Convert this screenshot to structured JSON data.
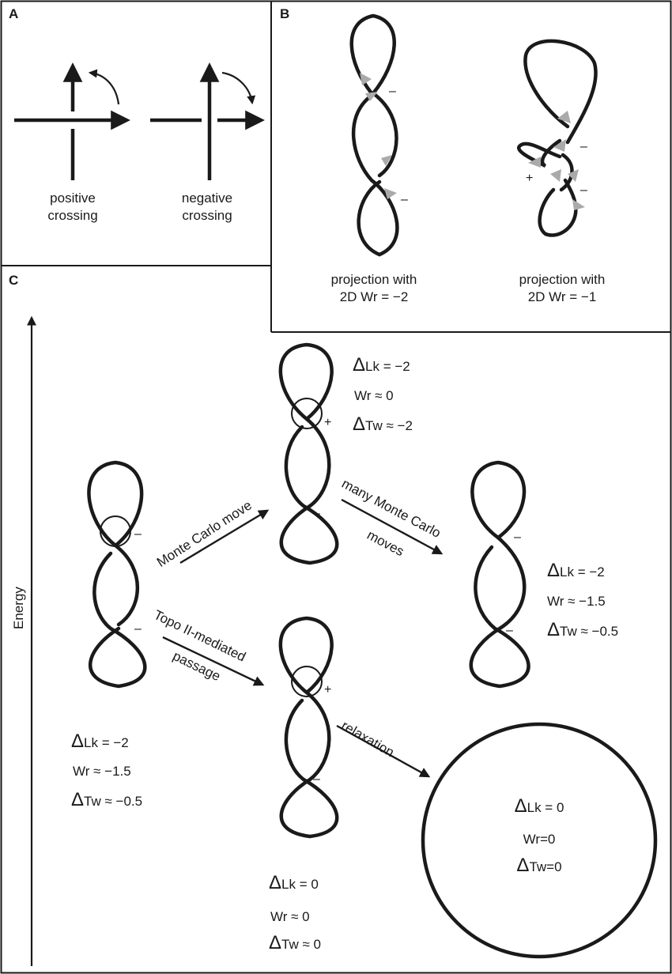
{
  "panels": {
    "a": {
      "label": "A",
      "positive": [
        "positive",
        "crossing"
      ],
      "negative": [
        "negative",
        "crossing"
      ]
    },
    "b": {
      "label": "B",
      "left_caption": [
        "projection with",
        "2D Wr = −2"
      ],
      "right_caption": [
        "projection with",
        "2D Wr = −1"
      ]
    },
    "c": {
      "label": "C",
      "axis_label": "Energy",
      "arrows": {
        "monte_carlo": "Monte Carlo move",
        "many_1": "many Monte Carlo",
        "many_2": "moves",
        "topo_1": "Topo II-mediated",
        "topo_2": "passage",
        "relaxation": "relaxation"
      },
      "states": {
        "initial": {
          "lk_sym": "Δ",
          "lk": "Lk  =  −2",
          "wr": "Wr   ≈ −1.5",
          "tw_sym": "Δ",
          "tw": "Tw ≈ −0.5"
        },
        "monte_carlo": {
          "lk_sym": "Δ",
          "lk": "Lk  = −2",
          "wr": "Wr    ≈  0",
          "tw_sym": "Δ",
          "tw": "Tw ≈ −2"
        },
        "many_moves": {
          "lk_sym": "Δ",
          "lk": "Lk  =  −2",
          "wr": "Wr     ≈  −1.5",
          "tw_sym": "Δ",
          "tw": "Tw ≈  −0.5"
        },
        "topo": {
          "lk_sym": "Δ",
          "lk": "Lk  =  0",
          "wr": "Wr    ≈ 0",
          "tw_sym": "Δ",
          "tw": "Tw ≈ 0"
        },
        "relaxed": {
          "lk_sym": "Δ",
          "lk": "Lk = 0",
          "wr": "Wr=0",
          "tw_sym": "Δ",
          "tw": "Tw=0"
        }
      }
    }
  },
  "signs": {
    "minus": "–",
    "plus": "+"
  },
  "colors": {
    "ink": "#1a1a1a",
    "arrowhead_gray": "#aaaaaa",
    "background": "#ffffff"
  }
}
